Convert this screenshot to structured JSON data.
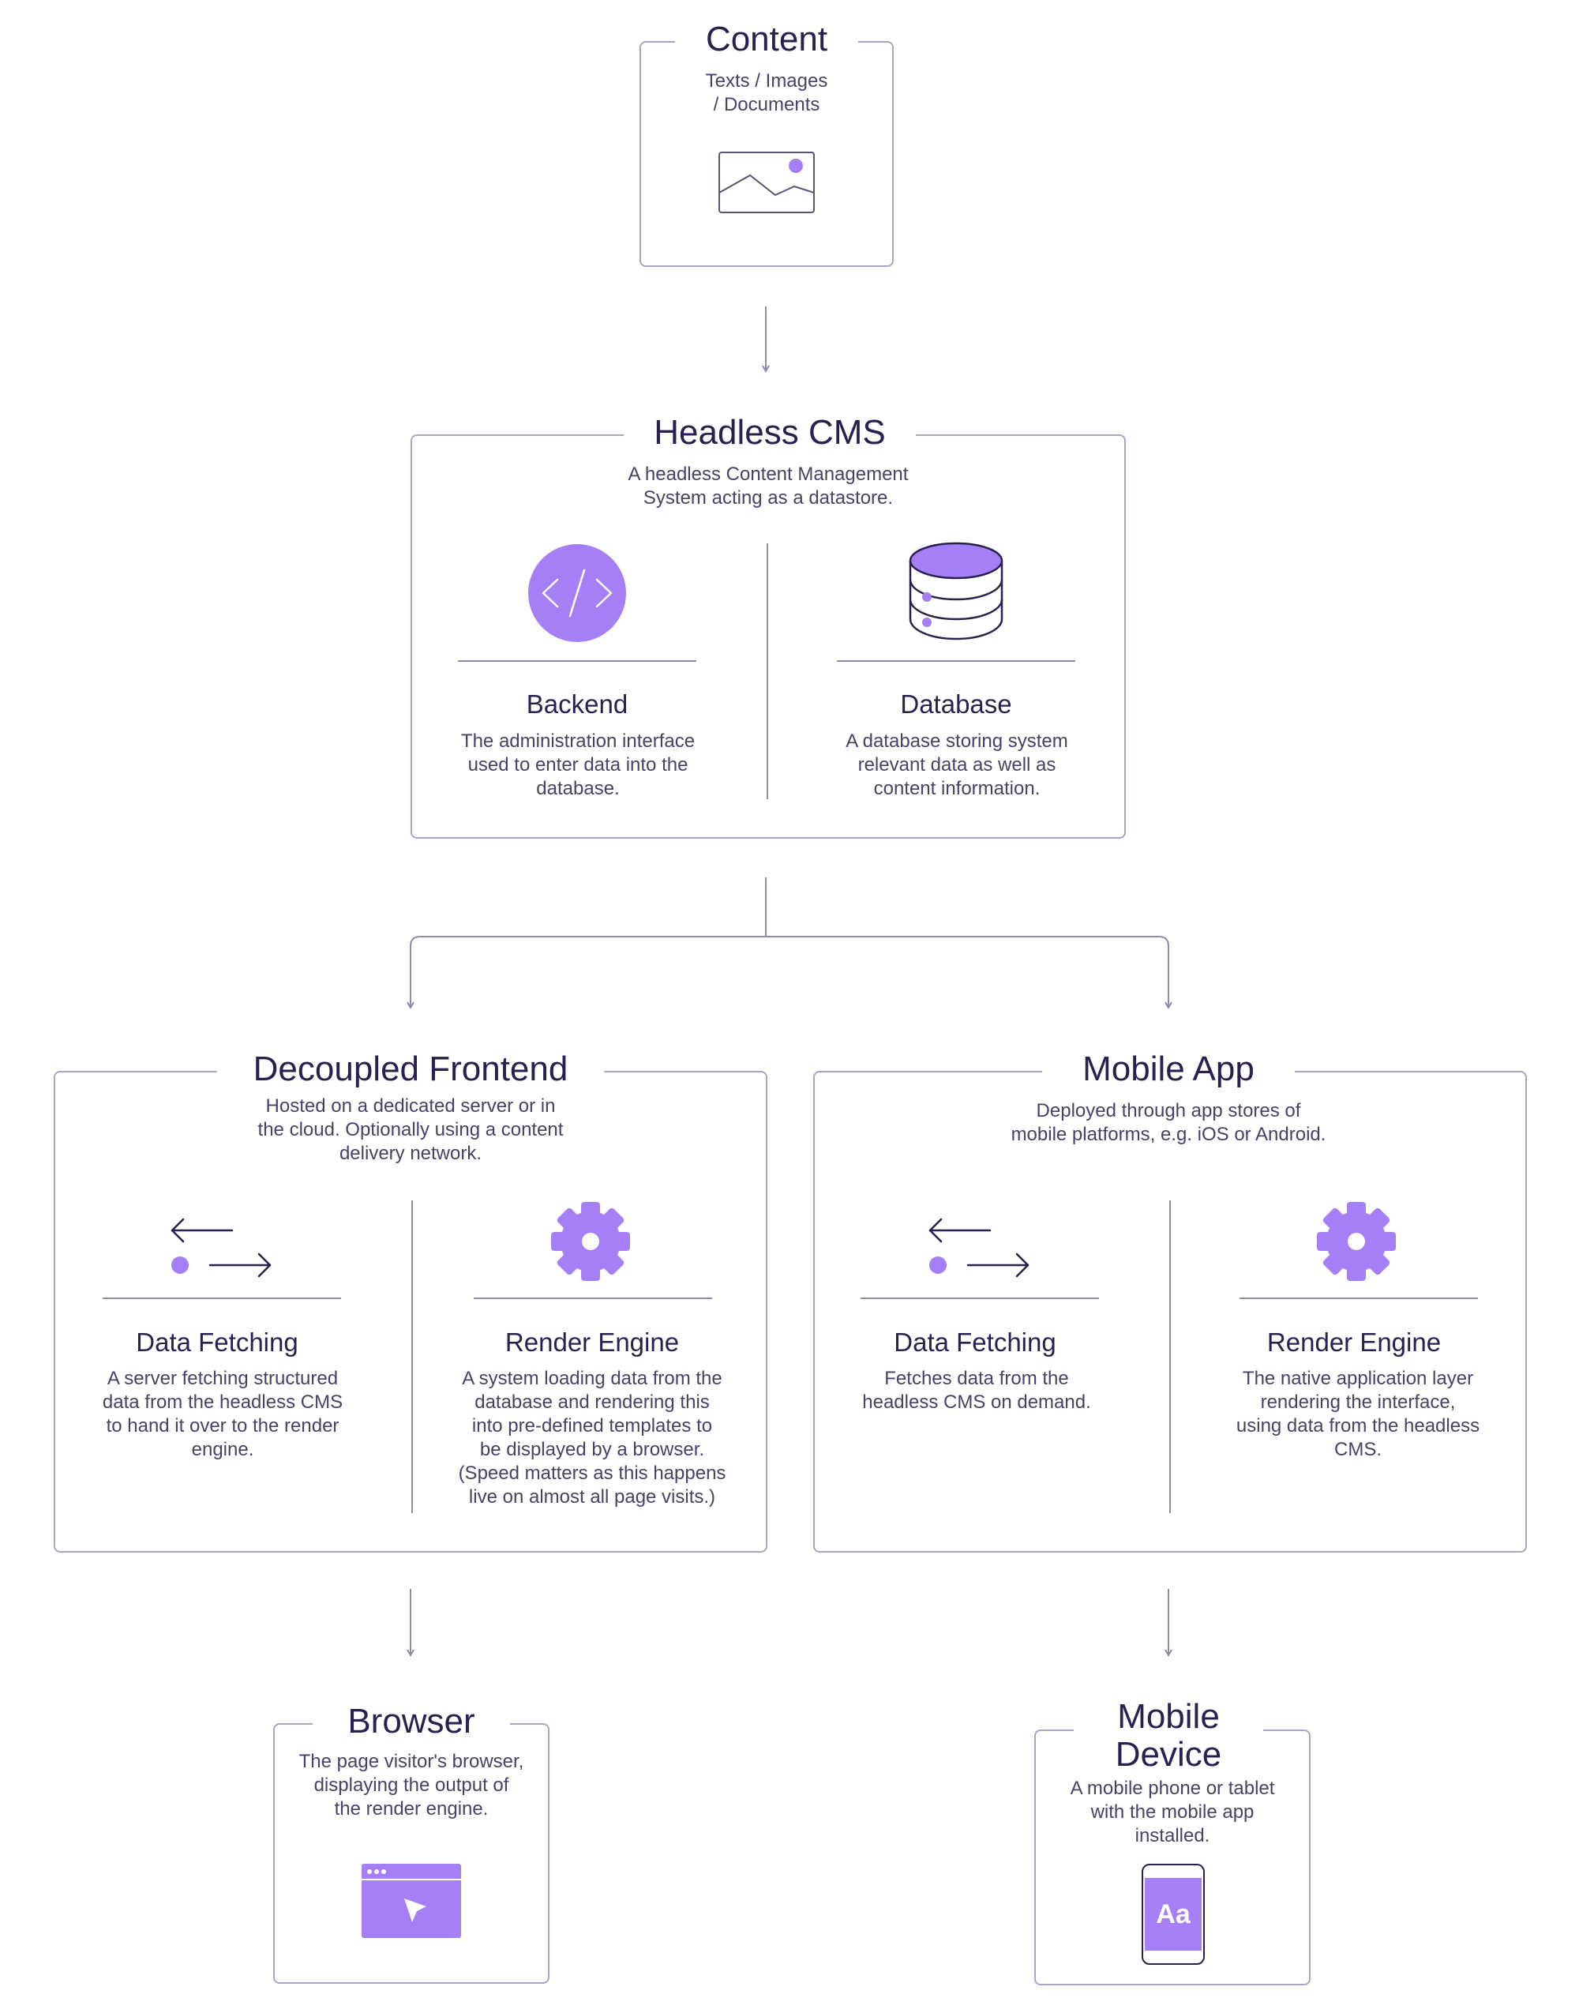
{
  "colors": {
    "accent": "#a57ff5",
    "ink": "#2a1f4f",
    "border": "#a9a6c2"
  },
  "content": {
    "title": "Content",
    "desc_line1": "Texts / Images",
    "desc_line2": "/ Documents",
    "icon": "image-icon"
  },
  "headless_cms": {
    "title": "Headless CMS",
    "desc_line1": "A headless Content Management",
    "desc_line2": "System acting as a datastore.",
    "backend": {
      "title": "Backend",
      "icon": "code-icon",
      "desc_line1": "The administration interface",
      "desc_line2": "used to enter data into the",
      "desc_line3": "database."
    },
    "database": {
      "title": "Database",
      "icon": "database-icon",
      "desc_line1": "A database storing system",
      "desc_line2": "relevant data as well as",
      "desc_line3": "content information."
    }
  },
  "decoupled_frontend": {
    "title": "Decoupled Frontend",
    "desc_line1": "Hosted on a dedicated server or in",
    "desc_line2": "the cloud. Optionally using a content",
    "desc_line3": "delivery network.",
    "data_fetching": {
      "title": "Data Fetching",
      "icon": "exchange-arrows-icon",
      "desc_line1": "A server fetching structured",
      "desc_line2": "data from the headless CMS",
      "desc_line3": "to hand it over to the render",
      "desc_line4": "engine."
    },
    "render_engine": {
      "title": "Render Engine",
      "icon": "gear-icon",
      "desc_line1": "A system loading data from the",
      "desc_line2": "database and rendering this",
      "desc_line3": "into pre-defined templates to",
      "desc_line4": "be displayed by a browser.",
      "desc_line5": "(Speed matters as this happens",
      "desc_line6": "live on almost all page visits.)"
    }
  },
  "mobile_app": {
    "title": "Mobile App",
    "desc_line1": "Deployed through app stores of",
    "desc_line2": "mobile platforms, e.g. iOS or Android.",
    "data_fetching": {
      "title": "Data Fetching",
      "icon": "exchange-arrows-icon",
      "desc_line1": "Fetches data from the",
      "desc_line2": "headless CMS on demand."
    },
    "render_engine": {
      "title": "Render Engine",
      "icon": "gear-icon",
      "desc_line1": "The native application layer",
      "desc_line2": "rendering the interface,",
      "desc_line3": "using data from the headless",
      "desc_line4": "CMS."
    }
  },
  "browser": {
    "title": "Browser",
    "desc_line1": "The page visitor's browser,",
    "desc_line2": "displaying the output of",
    "desc_line3": "the render engine.",
    "icon": "browser-window-icon"
  },
  "mobile_device": {
    "title_line1": "Mobile",
    "title_line2": "Device",
    "desc_line1": "A mobile phone or tablet",
    "desc_line2": "with the mobile app",
    "desc_line3": "installed.",
    "icon": "phone-icon",
    "icon_label": "Aa"
  }
}
